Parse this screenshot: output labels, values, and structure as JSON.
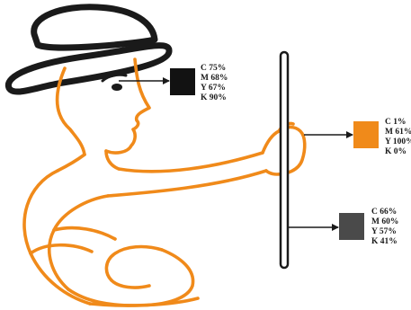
{
  "illustration": {
    "figure_icon": "person-with-hat-holding-pole-icon",
    "hat_color": "#1a1a1a",
    "outline_color": "#f08a1a",
    "pole_color": "#1a1a1a"
  },
  "swatches": [
    {
      "id": "eye",
      "target": "eye",
      "fill": "#121212",
      "lines": [
        "C 75%",
        "M 68%",
        "Y 67%",
        "K 90%"
      ]
    },
    {
      "id": "hand",
      "target": "hand",
      "fill": "#f08a1a",
      "lines": [
        "C 1%",
        "M 61%",
        "Y 100%",
        "K 0%"
      ]
    },
    {
      "id": "pole",
      "target": "pole",
      "fill": "#4a4a4a",
      "lines": [
        "C 66%",
        "M 60%",
        "Y 57%",
        "K 41%"
      ]
    }
  ]
}
